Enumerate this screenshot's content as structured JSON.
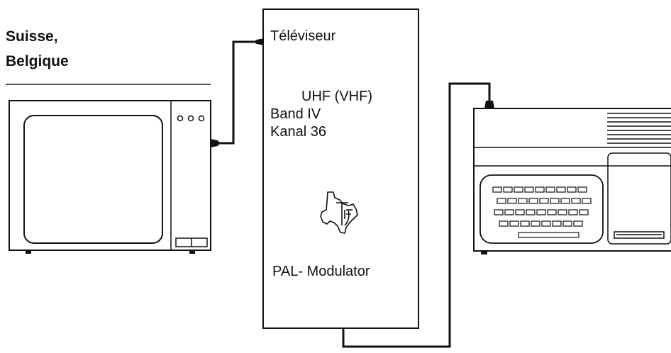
{
  "region": {
    "line1": "Suisse,",
    "line2": "Belgique"
  },
  "modulator": {
    "port_label": "Téléviseur",
    "band_title": "UHF (VHF)",
    "band_line": "Band IV",
    "channel_line": "Kanal 36",
    "name": "PAL- Modulator",
    "logo": "texas-instruments-logo"
  },
  "devices": {
    "left": "television",
    "right": "home-computer"
  },
  "colors": {
    "ink": "#111111",
    "paper": "#ffffff"
  }
}
